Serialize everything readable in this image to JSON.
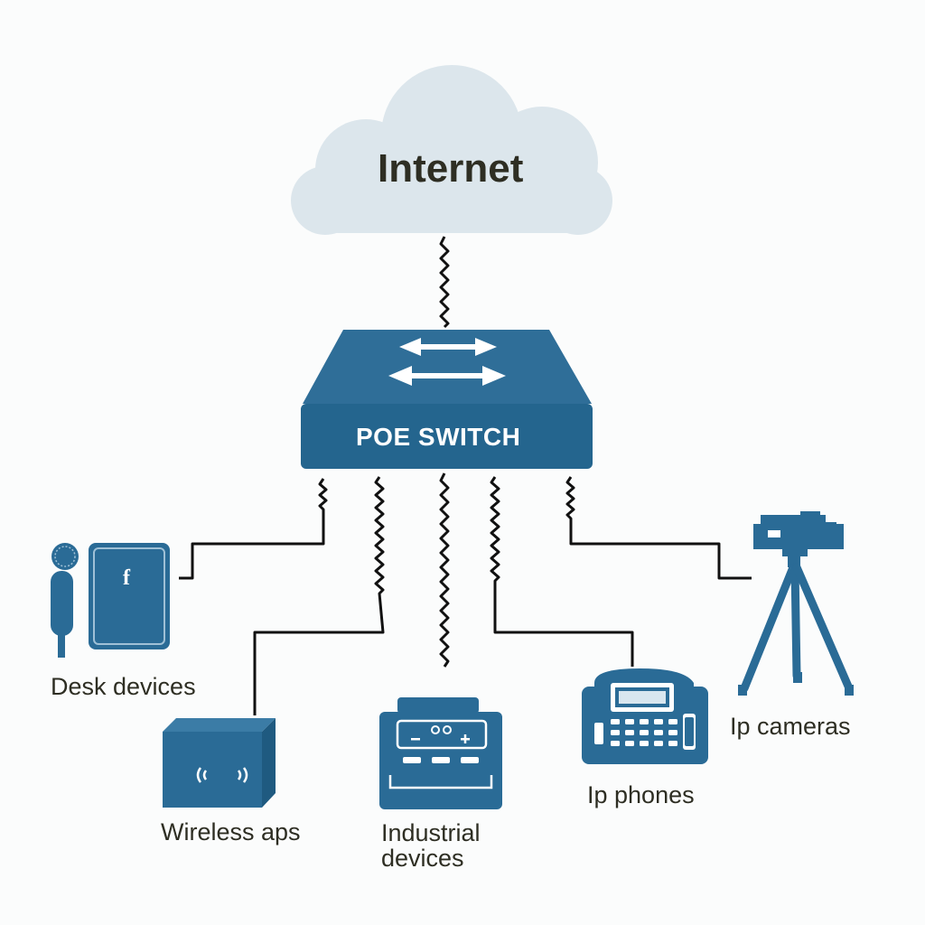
{
  "cloud": {
    "label": "Internet"
  },
  "switch": {
    "label": "POE SWITCH"
  },
  "devices": {
    "desk": "Desk devices",
    "wireless": "Wireless aps",
    "industrial": "Industrial\ndevices",
    "phones": "Ip phones",
    "cameras": "Ip cameras"
  },
  "colors": {
    "device_blue": "#2a6b96",
    "cloud_fill": "#dce6ec",
    "cable": "#111111",
    "label_text": "#2e2e23"
  }
}
